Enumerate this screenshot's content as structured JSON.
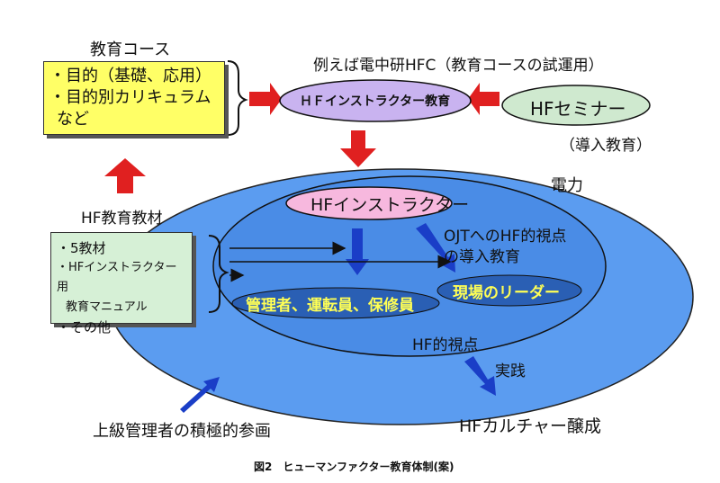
{
  "course_title": "教育コース",
  "course_box": {
    "lines": [
      "・目的（基礎、応用）",
      "・目的別カリキュラム",
      "など"
    ]
  },
  "example_title": "例えば電中研HFC（教育コースの試運用）",
  "hf_instructor_education": "ＨＦインストラクター教育",
  "hf_seminar": "HFセミナー",
  "intro_education": "（導入教育）",
  "hf_materials_title": "HF教育教材",
  "materials_box": {
    "lines": [
      "・5教材",
      "・HFインストラクター用",
      "教育マニュアル",
      "・その他"
    ]
  },
  "electric_power": "電力",
  "hf_instructor": "HFインストラクター",
  "ojt_text": [
    "OJTへのHF的視点",
    "の導入教育"
  ],
  "managers": "管理者、運転員、保修員",
  "field_leader": "現場のリーダー",
  "hf_viewpoint": "HF的視点",
  "practice": "実践",
  "senior_participation": "上級管理者の積極的参画",
  "hf_culture": "HFカルチャー醸成",
  "caption": "図2　ヒューマンファクター教育体制(案)",
  "colors": {
    "course_box": "#ffff66",
    "materials_box": "#d6f0d6",
    "big_ellipse": "#5b9cf0",
    "inner_ellipse": "#3d7fdc",
    "lavender": "#c9b3f0",
    "pink": "#f7b8de",
    "green_ellipse": "#cfe9cf",
    "red_arrow": "#e02020",
    "blue_arrow": "#1a3ec7",
    "yellow_text": "#ffff55"
  }
}
